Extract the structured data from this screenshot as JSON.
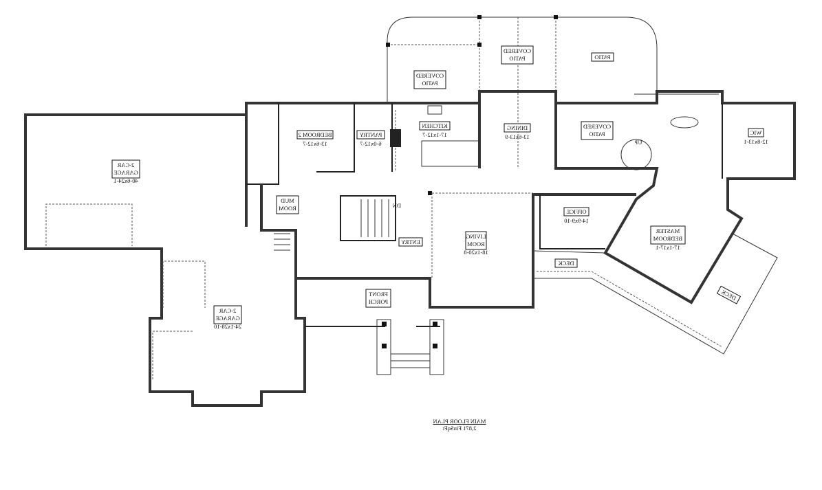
{
  "plan": {
    "title": "MAIN FLOOR PLAN",
    "area": "2,871 FinSqFt"
  },
  "rooms": {
    "covered_patio_1": {
      "l1": "COVERED",
      "l2": "PATIO"
    },
    "covered_patio_2": {
      "l1": "COVERED",
      "l2": "PATIO"
    },
    "patio": {
      "l1": "PATIO"
    },
    "covered_patio_3": {
      "l1": "COVERED",
      "l2": "PATIO"
    },
    "bedroom2": {
      "l1": "BEDROOM 2",
      "dims": "13-6x12-7"
    },
    "pantry": {
      "l1": "PANTRY",
      "dims": "6-0x12-7"
    },
    "kitchen": {
      "l1": "KITCHEN",
      "dims": "17-1x12-7"
    },
    "dining": {
      "l1": "DINING",
      "dims": "13-6x13-9"
    },
    "wic": {
      "l1": "WIC",
      "dims": "12-8x13-1"
    },
    "garage_a": {
      "l1": "2-CAR",
      "l2": "GARAGE",
      "dims": "40-6x24-1"
    },
    "mud_room": {
      "l1": "MUD",
      "l2": "ROOM"
    },
    "entry": {
      "l1": "ENTRY"
    },
    "living_room": {
      "l1": "LIVING",
      "l2": "ROOM",
      "dims": "18-1x20-8"
    },
    "office": {
      "l1": "OFFICE",
      "dims": "14-9x9-10"
    },
    "master_bedroom": {
      "l1": "MASTER",
      "l2": "BEDROOM",
      "dims": "17-1x17-1"
    },
    "deck_small": {
      "l1": "DECK"
    },
    "deck_large": {
      "l1": "DECK"
    },
    "front_porch": {
      "l1": "FRONT",
      "l2": "PORCH"
    },
    "garage_b": {
      "l1": "2-CAR",
      "l2": "GARAGE",
      "dims": "24-1x28-10"
    }
  },
  "stairs": {
    "down": "DN",
    "up": "UP"
  }
}
